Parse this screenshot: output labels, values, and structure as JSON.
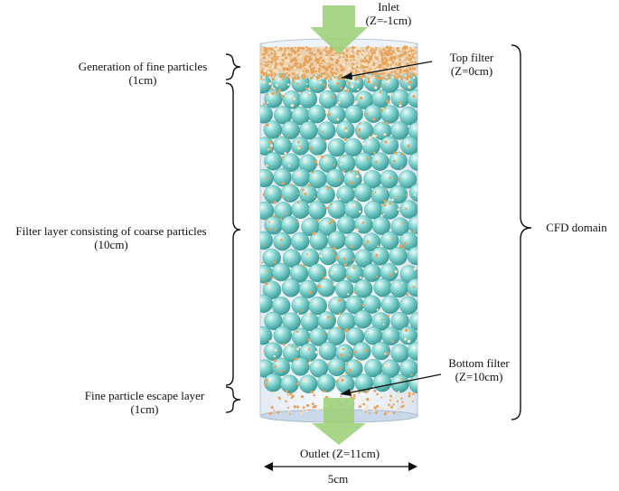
{
  "diagram": {
    "inlet": {
      "line1": "Inlet",
      "line2": "(Z=-1cm)"
    },
    "top_filter": {
      "line1": "Top filter",
      "line2": "(Z=0cm)"
    },
    "generation_layer": {
      "line1": "Generation of fine particles",
      "line2": "(1cm)"
    },
    "filter_layer": {
      "line1": "Filter layer consisting of coarse particles",
      "line2": "(10cm)"
    },
    "escape_layer": {
      "line1": "Fine particle escape layer",
      "line2": "(1cm)"
    },
    "cfd_domain": {
      "label": "CFD domain"
    },
    "bottom_filter": {
      "line1": "Bottom filter",
      "line2": "(Z=10cm)"
    },
    "outlet": {
      "label": "Outlet (Z=11cm)"
    },
    "width": {
      "label": "5cm"
    }
  },
  "colors": {
    "coarse_particle": "#7fd3cf",
    "fine_particle": "#e8a35a",
    "flow_arrow": "#9fd07a",
    "cylinder_outline": "#b7c6d6"
  }
}
